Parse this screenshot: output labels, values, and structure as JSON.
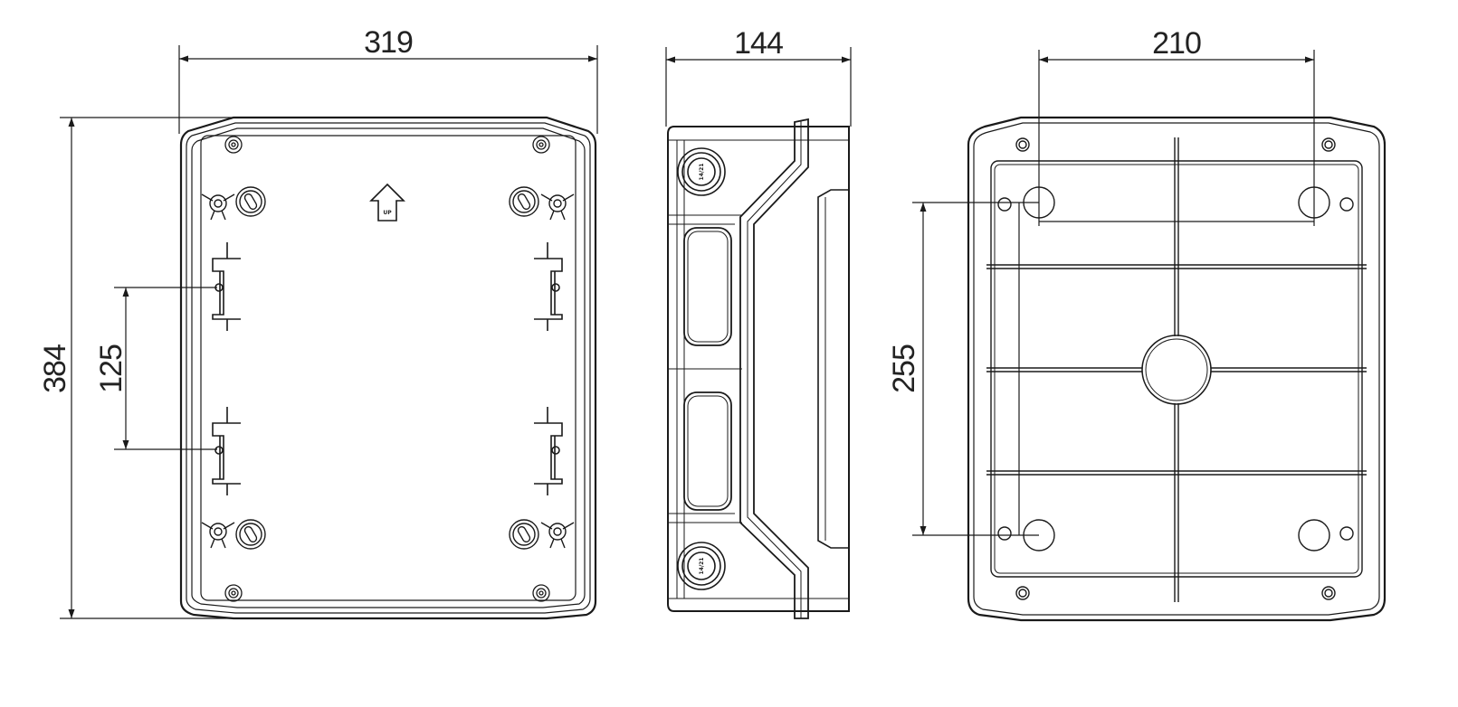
{
  "dimensions": {
    "front_width": "319",
    "front_height": "384",
    "rail_spacing": "125",
    "side_depth": "144",
    "back_hole_spacing_x": "210",
    "back_hole_spacing_y": "255"
  },
  "labels": {
    "up_arrow": "UP",
    "gland_top": "14/21",
    "gland_bottom": "14/21"
  },
  "colors": {
    "line": "#1a1a1a",
    "background": "#ffffff"
  }
}
